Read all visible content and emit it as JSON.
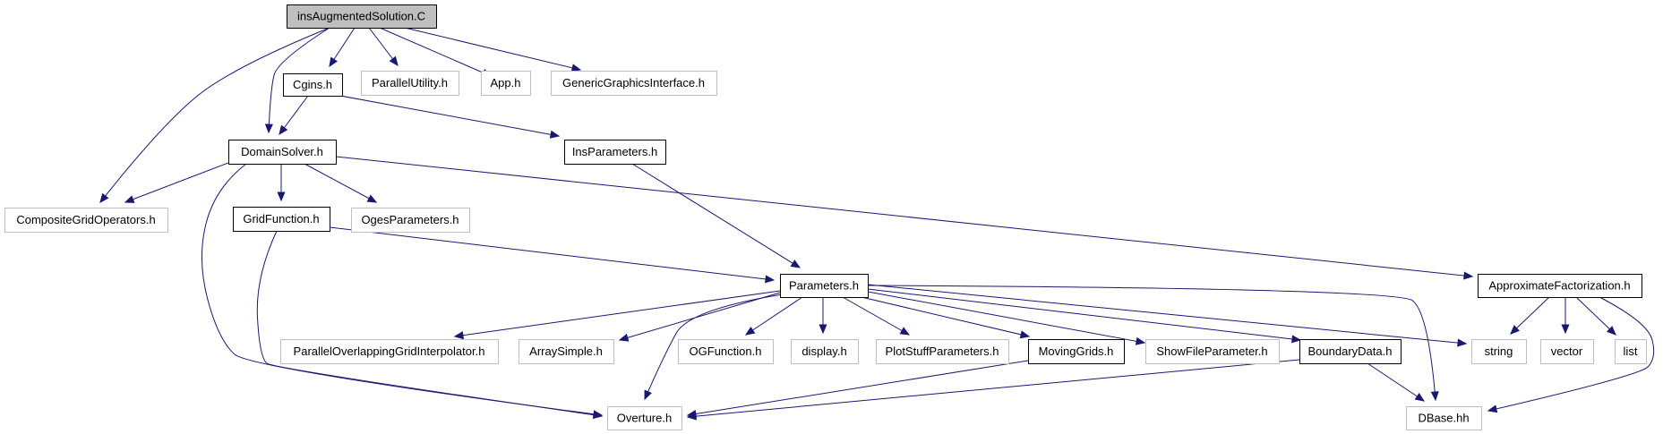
{
  "diagram": {
    "nodes": [
      {
        "id": "root",
        "label": "insAugmentedSolution.C",
        "kind": "root"
      },
      {
        "id": "cgins",
        "label": "Cgins.h",
        "kind": "documented"
      },
      {
        "id": "parutil",
        "label": "ParallelUtility.h",
        "kind": "external"
      },
      {
        "id": "app",
        "label": "App.h",
        "kind": "external"
      },
      {
        "id": "ggi",
        "label": "GenericGraphicsInterface.h",
        "kind": "external"
      },
      {
        "id": "domsolver",
        "label": "DomainSolver.h",
        "kind": "documented"
      },
      {
        "id": "insparams",
        "label": "InsParameters.h",
        "kind": "documented"
      },
      {
        "id": "cgo",
        "label": "CompositeGridOperators.h",
        "kind": "external"
      },
      {
        "id": "gridfn",
        "label": "GridFunction.h",
        "kind": "documented"
      },
      {
        "id": "oges",
        "label": "OgesParameters.h",
        "kind": "external"
      },
      {
        "id": "params",
        "label": "Parameters.h",
        "kind": "documented"
      },
      {
        "id": "approx",
        "label": "ApproximateFactorization.h",
        "kind": "documented"
      },
      {
        "id": "pogi",
        "label": "ParallelOverlappingGridInterpolator.h",
        "kind": "external"
      },
      {
        "id": "arrsimple",
        "label": "ArraySimple.h",
        "kind": "external"
      },
      {
        "id": "ogfn",
        "label": "OGFunction.h",
        "kind": "external"
      },
      {
        "id": "display",
        "label": "display.h",
        "kind": "external"
      },
      {
        "id": "plotstuff",
        "label": "PlotStuffParameters.h",
        "kind": "external"
      },
      {
        "id": "moving",
        "label": "MovingGrids.h",
        "kind": "documented"
      },
      {
        "id": "showfile",
        "label": "ShowFileParameter.h",
        "kind": "external"
      },
      {
        "id": "bdata",
        "label": "BoundaryData.h",
        "kind": "documented"
      },
      {
        "id": "string",
        "label": "string",
        "kind": "external"
      },
      {
        "id": "vector",
        "label": "vector",
        "kind": "external"
      },
      {
        "id": "list",
        "label": "list",
        "kind": "external"
      },
      {
        "id": "overture",
        "label": "Overture.h",
        "kind": "external"
      },
      {
        "id": "dbase",
        "label": "DBase.hh",
        "kind": "external"
      }
    ],
    "edges": [
      {
        "from": "root",
        "to": "cgins"
      },
      {
        "from": "root",
        "to": "parutil"
      },
      {
        "from": "root",
        "to": "app"
      },
      {
        "from": "root",
        "to": "ggi"
      },
      {
        "from": "root",
        "to": "domsolver"
      },
      {
        "from": "root",
        "to": "cgo"
      },
      {
        "from": "cgins",
        "to": "domsolver"
      },
      {
        "from": "cgins",
        "to": "insparams"
      },
      {
        "from": "domsolver",
        "to": "cgo"
      },
      {
        "from": "domsolver",
        "to": "gridfn"
      },
      {
        "from": "domsolver",
        "to": "oges"
      },
      {
        "from": "domsolver",
        "to": "approx"
      },
      {
        "from": "domsolver",
        "to": "overture"
      },
      {
        "from": "insparams",
        "to": "params"
      },
      {
        "from": "gridfn",
        "to": "params"
      },
      {
        "from": "gridfn",
        "to": "overture"
      },
      {
        "from": "params",
        "to": "pogi"
      },
      {
        "from": "params",
        "to": "arrsimple"
      },
      {
        "from": "params",
        "to": "ogfn"
      },
      {
        "from": "params",
        "to": "display"
      },
      {
        "from": "params",
        "to": "plotstuff"
      },
      {
        "from": "params",
        "to": "moving"
      },
      {
        "from": "params",
        "to": "showfile"
      },
      {
        "from": "params",
        "to": "bdata"
      },
      {
        "from": "params",
        "to": "string"
      },
      {
        "from": "params",
        "to": "overture"
      },
      {
        "from": "params",
        "to": "dbase"
      },
      {
        "from": "approx",
        "to": "string"
      },
      {
        "from": "approx",
        "to": "vector"
      },
      {
        "from": "approx",
        "to": "list"
      },
      {
        "from": "approx",
        "to": "dbase"
      },
      {
        "from": "moving",
        "to": "overture"
      },
      {
        "from": "bdata",
        "to": "overture"
      },
      {
        "from": "bdata",
        "to": "dbase"
      }
    ]
  }
}
